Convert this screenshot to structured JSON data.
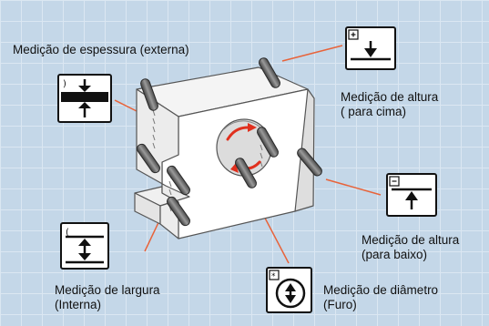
{
  "callouts": {
    "thickness": {
      "label": "Medição de espessura (externa)"
    },
    "height_up": {
      "line1": "Medição de altura",
      "line2": "( para cima)"
    },
    "height_down": {
      "line1": "Medição de altura",
      "line2": "(para baixo)"
    },
    "width": {
      "line1": "Medição de largura",
      "line2": "(Interna)"
    },
    "diameter": {
      "line1": "Medição de diâmetro",
      "line2": "(Furo)"
    }
  },
  "colors": {
    "background": "#c4d7e8",
    "grid": "#dbe7f2",
    "leader": "#e8633a",
    "arrow": "#e0301e",
    "part_face": "#ffffff",
    "part_side": "#dedede",
    "probe": "#666666"
  },
  "icons": {
    "thickness": "external-thickness-icon",
    "height_up": "height-up-icon",
    "height_down": "height-down-icon",
    "width": "internal-width-icon",
    "diameter": "bore-diameter-icon"
  }
}
